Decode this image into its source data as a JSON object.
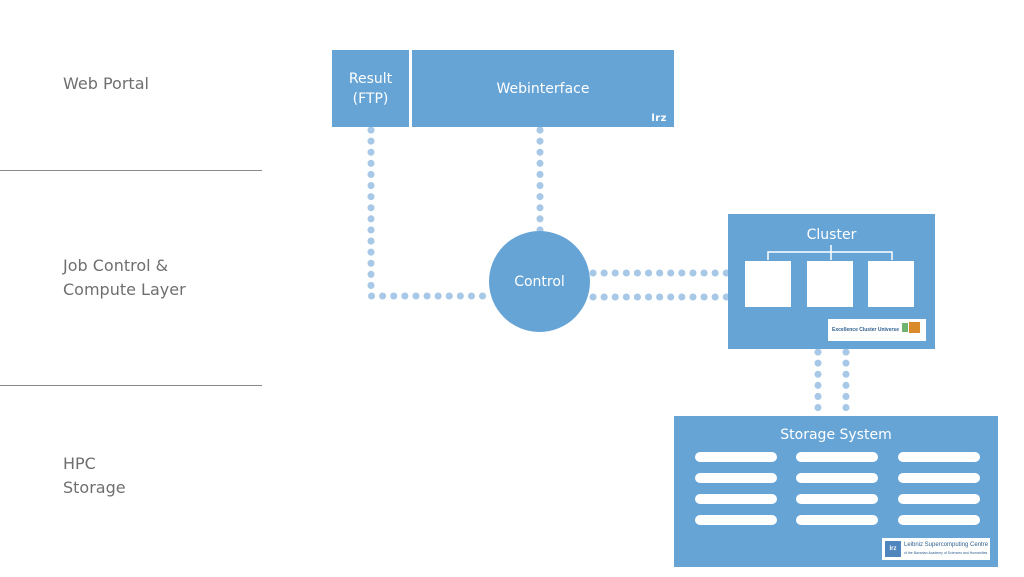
{
  "layers": {
    "web_portal": "Web Portal",
    "job_control": "Job Control &\nCompute Layer",
    "hpc_storage": "HPC\nStorage"
  },
  "boxes": {
    "result": "Result\n(FTP)",
    "webinterface": "Webinterface",
    "control": "Control",
    "cluster": "Cluster",
    "storage": "Storage System"
  },
  "logos": {
    "lrz_small": "lrz",
    "excellence": "Excellence Cluster Universe",
    "lrz_big": "lrz",
    "lrz_full_name": "Leibniz Supercomputing Centre",
    "lrz_subtitle": "of the Bavarian Academy of Sciences and Humanities"
  },
  "colors": {
    "box": "#67a4d6",
    "connector": "#a7c8e6",
    "label": "#6f6f6f"
  }
}
